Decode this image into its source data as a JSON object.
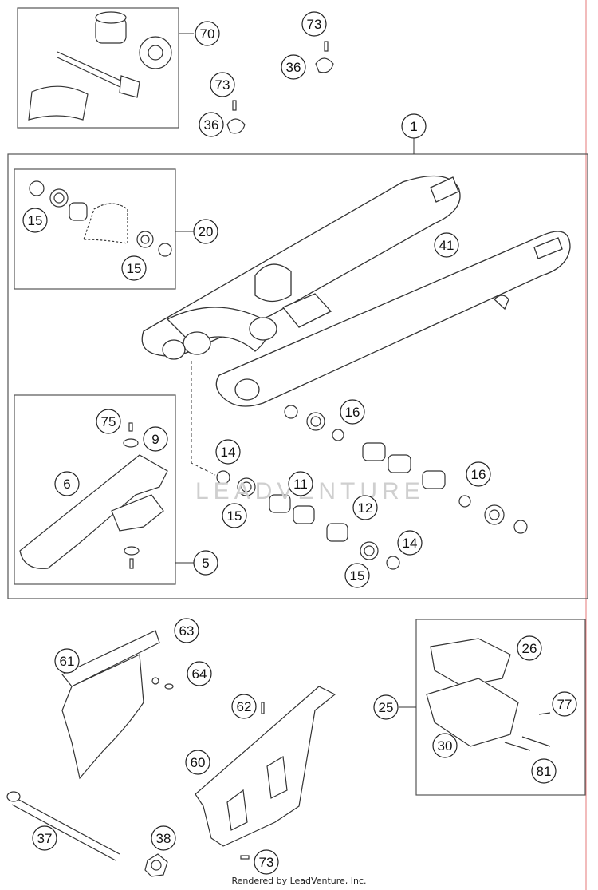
{
  "callouts": [
    "70",
    "73",
    "36",
    "73",
    "36",
    "1",
    "15",
    "20",
    "41",
    "15",
    "75",
    "9",
    "6",
    "16",
    "14",
    "11",
    "15",
    "12",
    "16",
    "14",
    "15",
    "5",
    "63",
    "61",
    "64",
    "26",
    "62",
    "25",
    "77",
    "60",
    "30",
    "81",
    "37",
    "38",
    "73"
  ],
  "watermark": "LEADVENTURE",
  "footer": "Rendered by LeadVenture, Inc.",
  "colors": {
    "line": "#333333",
    "box": "#555555",
    "red_edge": "#e57a7a"
  }
}
